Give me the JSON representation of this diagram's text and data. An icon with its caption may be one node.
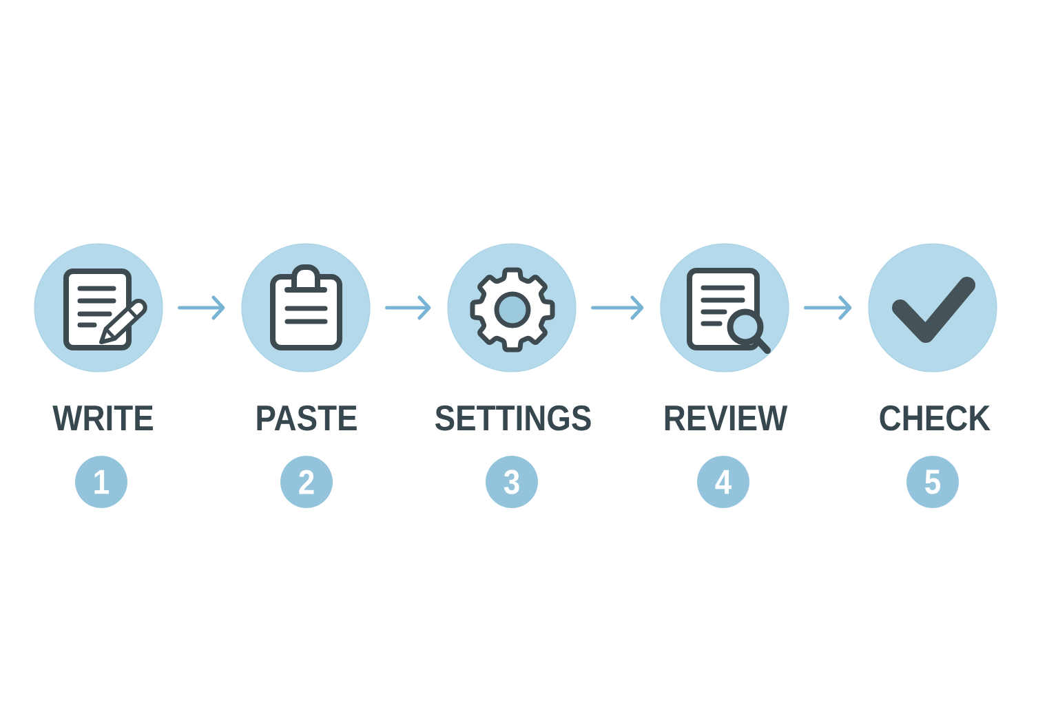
{
  "diagram": {
    "nodes": [
      {
        "text": [
          "WRITE"
        ]
      },
      {
        "text": [
          "PASTE"
        ]
      },
      {
        "text": [
          "SETTINGS"
        ]
      },
      {
        "text": [
          "REVIEW"
        ]
      },
      {
        "text": [
          "CHECK"
        ]
      },
      {
        "text": [
          "1"
        ]
      },
      {
        "text": [
          "2"
        ]
      },
      {
        "text": [
          "3"
        ]
      },
      {
        "text": [
          "4"
        ]
      },
      {
        "text": [
          "5"
        ]
      }
    ],
    "edges": [
      {
        "from": 0,
        "to": 1,
        "arrow": "to"
      },
      {
        "from": 1,
        "to": 2,
        "arrow": "to"
      },
      {
        "from": 2,
        "to": 3,
        "arrow": "to"
      },
      {
        "from": 3,
        "to": 4,
        "arrow": "to"
      }
    ]
  }
}
